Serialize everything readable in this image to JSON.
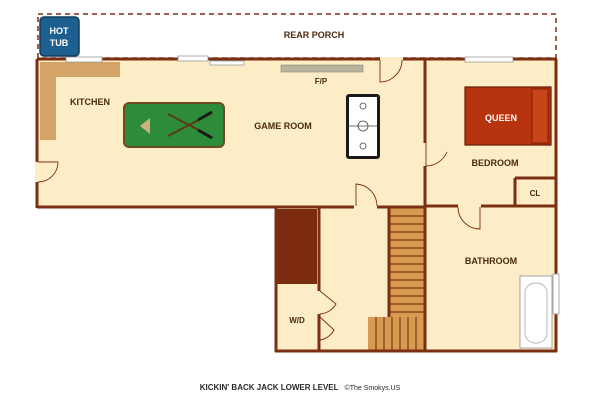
{
  "colors": {
    "floor": "#fcedc6",
    "wall": "#7a2e12",
    "porch_dash": "#7a2e12",
    "counter": "#d4a366",
    "stair_fill": "#d89a52",
    "stair_dark": "#7a3a10",
    "closet_dark": "#7b2c10",
    "bed": "#b7330d",
    "hot_tub": "#1d6090",
    "pool_felt": "#2d8c3a",
    "fireplace": "#b8b59f"
  },
  "labels": {
    "hot_tub": [
      "HOT",
      "TUB"
    ],
    "rear_porch": "REAR PORCH",
    "kitchen": "KITCHEN",
    "fireplace": "F/P",
    "game_room": "GAME ROOM",
    "queen": "QUEEN",
    "bedroom": "BEDROOM",
    "closet": "CL",
    "bathroom": "BATHROOM",
    "washer_dryer": "W/D"
  },
  "caption": {
    "title": "KICKIN' BACK JACK LOWER LEVEL",
    "credit": "©The Smokys.US"
  },
  "icons": [
    "pool-table-icon",
    "air-hockey-table-icon",
    "bed-icon",
    "bathtub-icon",
    "staircase-icon",
    "door-swing-icon",
    "window-icon",
    "fireplace-icon",
    "hot-tub-icon"
  ]
}
